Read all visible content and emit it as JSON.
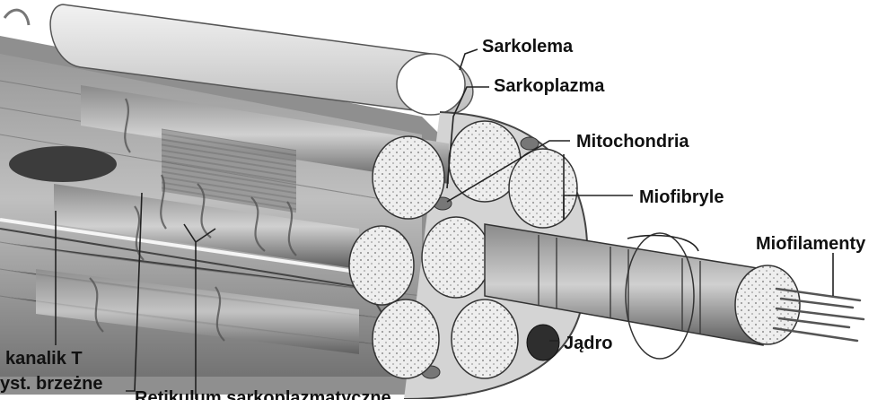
{
  "labels": {
    "sarkolema": "Sarkolema",
    "sarkoplazma": "Sarkoplazma",
    "mitochondria": "Mitochondria",
    "miofibryle": "Miofibryle",
    "miofilamenty": "Miofilamenty",
    "jadro": "Jądro",
    "kanalik_t": "kanalik T",
    "zbiorniki_brzezne": "yst. brzeżne",
    "reticulum": "Retikulum sarkoplazmatyczne"
  }
}
